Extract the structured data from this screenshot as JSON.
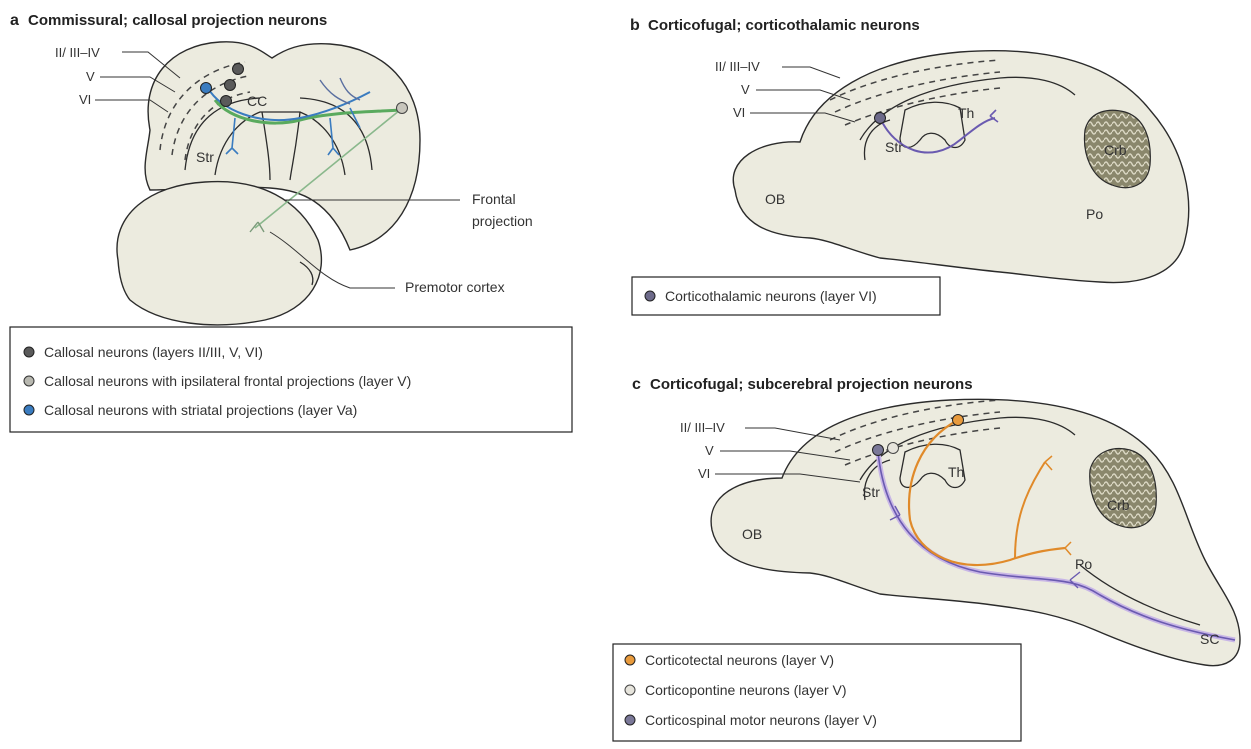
{
  "panel_a": {
    "letter": "a",
    "title": "Commissural; callosal projection neurons",
    "layer_labels": [
      "II/ III–IV",
      "V",
      "VI"
    ],
    "region_labels": {
      "cc": "CC",
      "str": "Str"
    },
    "callouts": {
      "frontal_1": "Frontal",
      "frontal_2": "projection",
      "premotor": "Premotor cortex"
    },
    "legend": [
      {
        "label": "Callosal neurons (layers II/III, V, VI)",
        "color": "#5a5a5a"
      },
      {
        "label": "Callosal neurons with ipsilateral frontal projections (layer V)",
        "color": "#b8b8b0"
      },
      {
        "label": "Callosal neurons with striatal projections  (layer Va)",
        "color": "#3a7cc0"
      }
    ]
  },
  "panel_b": {
    "letter": "b",
    "title": "Corticofugal; corticothalamic neurons",
    "layer_labels": [
      "II/ III–IV",
      "V",
      "VI"
    ],
    "region_labels": {
      "ob": "OB",
      "str": "Str",
      "th": "Th",
      "crb": "Crb",
      "po": "Po"
    },
    "legend": [
      {
        "label": "Corticothalamic neurons (layer VI)",
        "color": "#6d6a8a"
      }
    ]
  },
  "panel_c": {
    "letter": "c",
    "title": "Corticofugal; subcerebral projection neurons",
    "layer_labels": [
      "II/ III–IV",
      "V",
      "VI"
    ],
    "region_labels": {
      "ob": "OB",
      "str": "Str",
      "th": "Th",
      "crb": "Crb",
      "po": "Po",
      "sc": "SC"
    },
    "legend": [
      {
        "label": "Corticotectal neurons (layer V)",
        "color": "#e89a3c"
      },
      {
        "label": "Corticopontine neurons (layer V)",
        "color": "#e6e4dc"
      },
      {
        "label": "Corticospinal motor neurons (layer V)",
        "color": "#7a7898"
      }
    ]
  },
  "colors": {
    "brain_fill": "#ecebdf",
    "cerebellum": "#7a7760",
    "green_axon": "#5aaa5e",
    "blue_axon": "#3a7cc0",
    "purple_axon": "#6a5ab0",
    "orange_axon": "#e08a2a"
  }
}
